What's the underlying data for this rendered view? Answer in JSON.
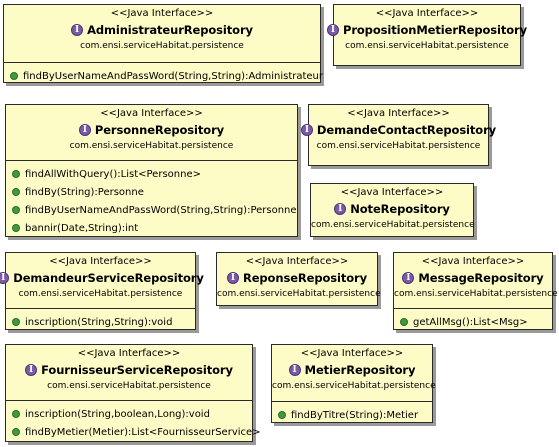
{
  "stereotype": "<<Java Interface>>",
  "icon_letter": "I",
  "interfaces": {
    "administrateur": {
      "name": "AdministrateurRepository",
      "package": "com.ensi.serviceHabitat.persistence",
      "operations": [
        "findByUserNameAndPassWord(String,String):Administrateur"
      ]
    },
    "proposition": {
      "name": "PropositionMetierRepository",
      "package": "com.ensi.serviceHabitat.persistence",
      "operations": []
    },
    "personne": {
      "name": "PersonneRepository",
      "package": "com.ensi.serviceHabitat.persistence",
      "operations": [
        "findAllWithQuery():List<Personne>",
        "findBy(String):Personne",
        "findByUserNameAndPassWord(String,String):Personne",
        "bannir(Date,String):int"
      ]
    },
    "demandeContact": {
      "name": "DemandeContactRepository",
      "package": "com.ensi.serviceHabitat.persistence",
      "operations": []
    },
    "note": {
      "name": "NoteRepository",
      "package": "com.ensi.serviceHabitat.persistence",
      "operations": []
    },
    "demandeurService": {
      "name": "DemandeurServiceRepository",
      "package": "com.ensi.serviceHabitat.persistence",
      "operations": [
        "inscription(String,String):void"
      ]
    },
    "reponse": {
      "name": "ReponseRepository",
      "package": "com.ensi.serviceHabitat.persistence",
      "operations": []
    },
    "message": {
      "name": "MessageRepository",
      "package": "com.ensi.serviceHabitat.persistence",
      "operations": [
        "getAllMsg():List<Msg>"
      ]
    },
    "fournisseurService": {
      "name": "FournisseurServiceRepository",
      "package": "com.ensi.serviceHabitat.persistence",
      "operations": [
        "inscription(String,boolean,Long):void",
        "findByMetier(Metier):List<FournisseurService>"
      ]
    },
    "metier": {
      "name": "MetierRepository",
      "package": "com.ensi.serviceHabitat.persistence",
      "operations": [
        "findByTitre(String):Metier"
      ]
    }
  },
  "colors": {
    "box_fill": "#fdfbc6",
    "border": "#2a2a2a",
    "interface_icon": "#7b5aa8",
    "operation_icon": "#3f9a3a"
  }
}
